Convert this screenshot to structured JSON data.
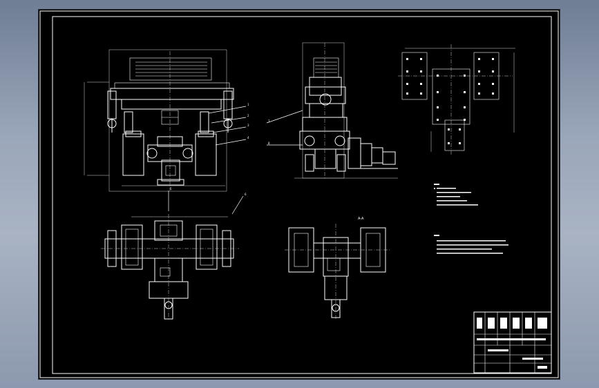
{
  "drawing": {
    "background_color": "#000000",
    "line_color": "#ffffff",
    "frame_color": "#a9b3c4",
    "section_label": "A-A",
    "leader_numbers": [
      "1",
      "2",
      "3",
      "4",
      "5",
      "6",
      "7",
      "8"
    ]
  }
}
